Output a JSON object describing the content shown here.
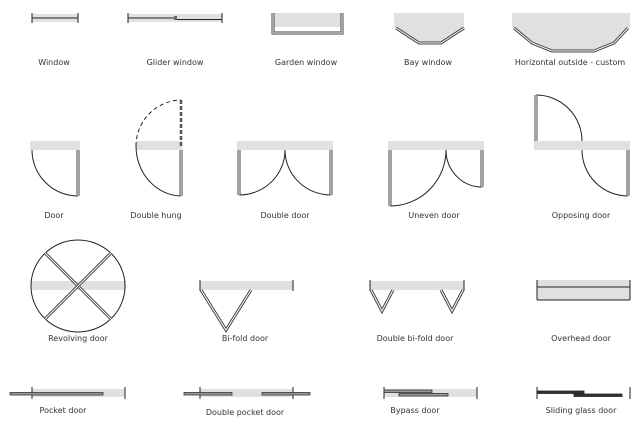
{
  "shapes": {
    "window": "Window",
    "glider_window": "Glider window",
    "garden_window": "Garden window",
    "bay_window": "Bay window",
    "horizontal_outside": "Horizontal outside - custom",
    "door": "Door",
    "double_hung": "Double hung",
    "double_door": "Double door",
    "uneven_door": "Uneven door",
    "opposing_door": "Opposing door",
    "revolving_door": "Revolving door",
    "bifold_door": "Bi-fold door",
    "double_bifold_door": "Double bi-fold door",
    "overhead_door": "Overhead door",
    "pocket_door": "Pocket door",
    "double_pocket_door": "Double pocket door",
    "bypass_door": "Bypass door",
    "sliding_glass_door": "Sliding glass door"
  }
}
